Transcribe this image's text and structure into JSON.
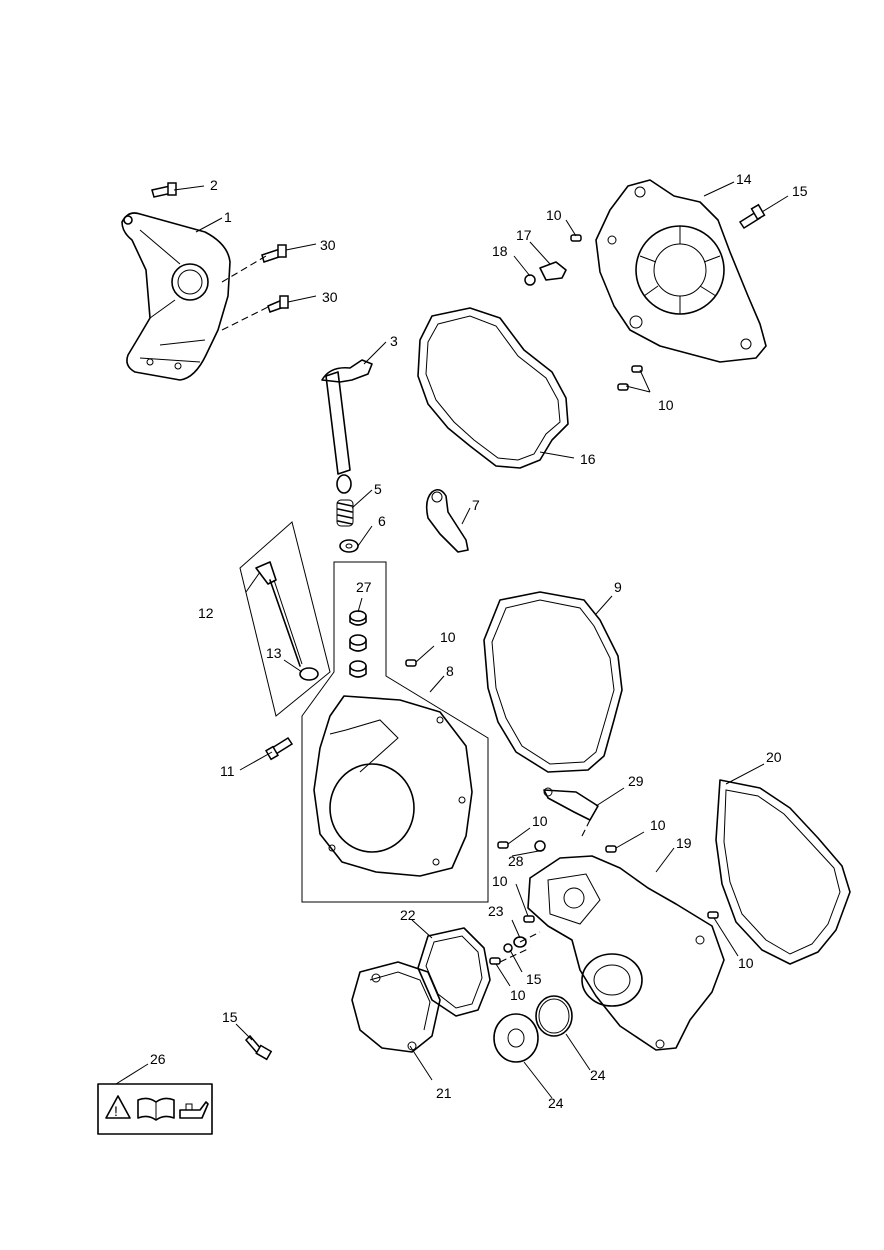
{
  "callouts": [
    {
      "id": "c1",
      "text": "1"
    },
    {
      "id": "c2",
      "text": "2"
    },
    {
      "id": "c3",
      "text": "3"
    },
    {
      "id": "c5",
      "text": "5"
    },
    {
      "id": "c6",
      "text": "6"
    },
    {
      "id": "c7",
      "text": "7"
    },
    {
      "id": "c8",
      "text": "8"
    },
    {
      "id": "c9",
      "text": "9"
    },
    {
      "id": "c10a",
      "text": "10"
    },
    {
      "id": "c10b",
      "text": "10"
    },
    {
      "id": "c10c",
      "text": "10"
    },
    {
      "id": "c10d",
      "text": "10"
    },
    {
      "id": "c10e",
      "text": "10"
    },
    {
      "id": "c10f",
      "text": "10"
    },
    {
      "id": "c10g",
      "text": "10"
    },
    {
      "id": "c10h",
      "text": "10"
    },
    {
      "id": "c11",
      "text": "11"
    },
    {
      "id": "c12",
      "text": "12"
    },
    {
      "id": "c13",
      "text": "13"
    },
    {
      "id": "c14",
      "text": "14"
    },
    {
      "id": "c15a",
      "text": "15"
    },
    {
      "id": "c15b",
      "text": "15"
    },
    {
      "id": "c15c",
      "text": "15"
    },
    {
      "id": "c16",
      "text": "16"
    },
    {
      "id": "c17",
      "text": "17"
    },
    {
      "id": "c18",
      "text": "18"
    },
    {
      "id": "c19",
      "text": "19"
    },
    {
      "id": "c20",
      "text": "20"
    },
    {
      "id": "c21",
      "text": "21"
    },
    {
      "id": "c22",
      "text": "22"
    },
    {
      "id": "c23",
      "text": "23"
    },
    {
      "id": "c24a",
      "text": "24"
    },
    {
      "id": "c24b",
      "text": "24"
    },
    {
      "id": "c26",
      "text": "26"
    },
    {
      "id": "c27",
      "text": "27"
    },
    {
      "id": "c28",
      "text": "28"
    },
    {
      "id": "c29",
      "text": "29"
    },
    {
      "id": "c30a",
      "text": "30"
    },
    {
      "id": "c30b",
      "text": "30"
    }
  ],
  "icons": {
    "warning": "warning-triangle-icon",
    "manual": "open-book-icon",
    "oil": "oil-can-icon"
  }
}
